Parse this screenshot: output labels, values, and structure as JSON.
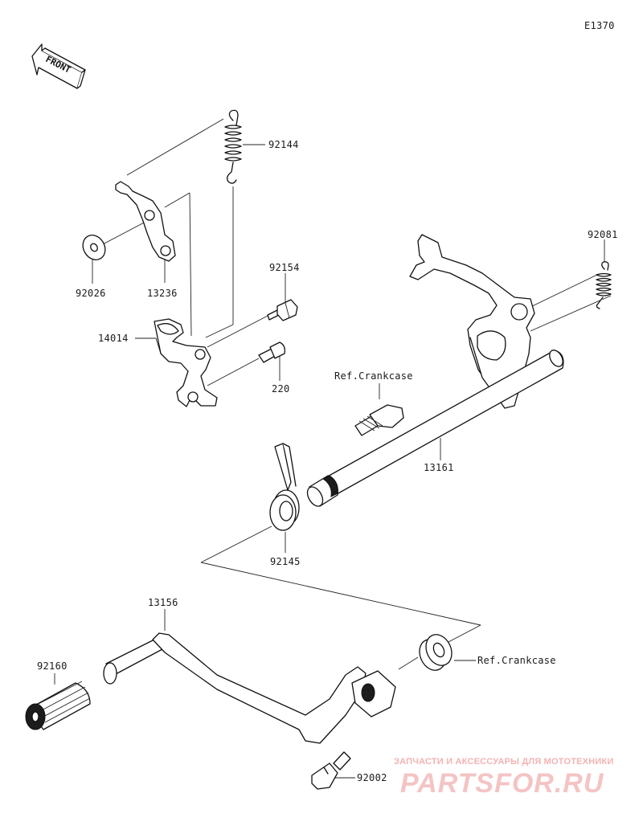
{
  "diagram_code": "E1370",
  "front_label": "FRONT",
  "parts": {
    "p92144": "92144",
    "p92026": "92026",
    "p13236": "13236",
    "p92154": "92154",
    "p14014": "14014",
    "p220": "220",
    "p92081": "92081",
    "ref_crankcase_1": "Ref.Crankcase",
    "p13161": "13161",
    "p92145": "92145",
    "p13156": "13156",
    "p92160": "92160",
    "ref_crankcase_2": "Ref.Crankcase",
    "p92002": "92002"
  },
  "watermark": {
    "tagline": "ЗАПЧАСТИ И АКСЕССУАРЫ ДЛЯ МОТОТЕХНИКИ",
    "brand": "PARTSFOR.RU"
  }
}
